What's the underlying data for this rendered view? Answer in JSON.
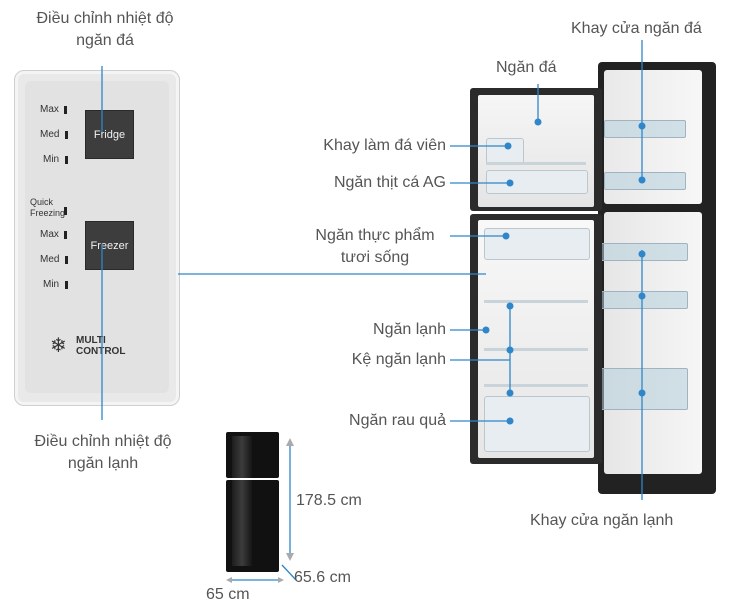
{
  "labels": {
    "freezer_control": "Điều chỉnh nhiệt độ\nngăn đá",
    "fridge_control": "Điều chỉnh nhiệt độ\nngăn lạnh",
    "freezer": "Ngăn đá",
    "ice_tray": "Khay làm đá viên",
    "ag_meat_fish": "Ngăn thịt cá AG",
    "fresh_food": "Ngăn thực phẩm\ntươi sống",
    "cooling_compartment": "Ngăn lạnh",
    "fridge_shelf": "Kệ ngăn lạnh",
    "vegetable_drawer": "Ngăn rau quả",
    "freezer_door_tray": "Khay cửa ngăn đá",
    "fridge_door_tray": "Khay cửa ngăn lạnh"
  },
  "dimensions": {
    "height": "178.5 cm",
    "depth": "65.6 cm",
    "width": "65 cm"
  },
  "panel": {
    "max1": "Max",
    "med1": "Med",
    "min1": "Min",
    "fridge_button": "Fridge",
    "quick_freezing": "Quick\nFreezing",
    "max2": "Max",
    "med2": "Med",
    "min2": "Min",
    "freezer_button": "Freezer",
    "multi": "MULTI",
    "control": "CONTROL"
  },
  "colors": {
    "accent_line": "#2f86c9",
    "text": "#555555",
    "fridge_black": "#2b2b2b"
  }
}
